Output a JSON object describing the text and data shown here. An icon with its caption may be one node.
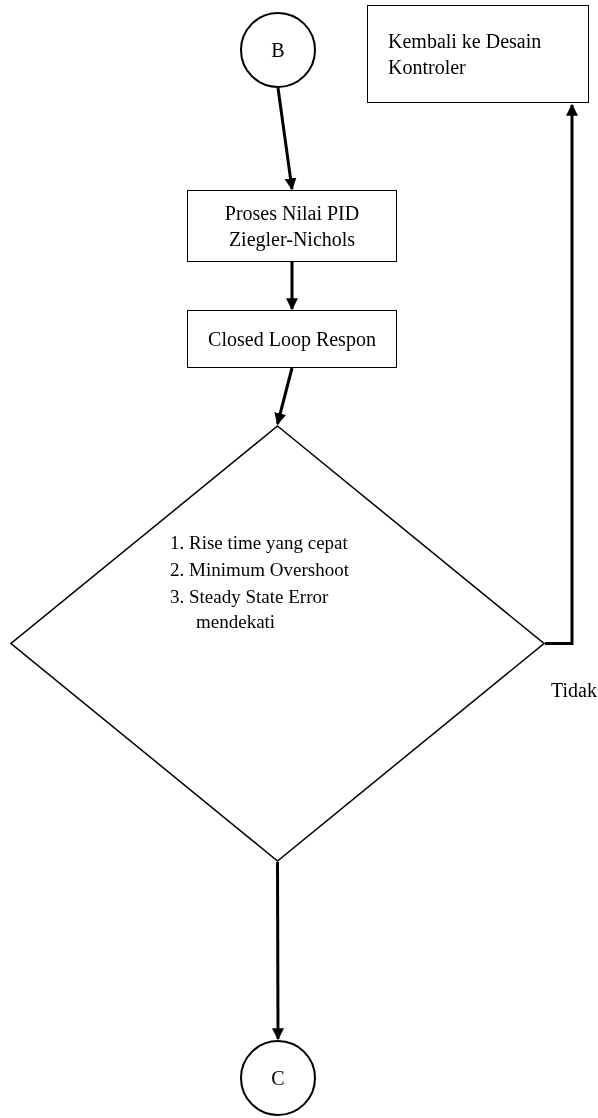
{
  "diagram": {
    "nodes": [
      {
        "text": [
          "B"
        ]
      },
      {
        "text": [
          "Kembali ke Desain Kontroler"
        ]
      },
      {
        "text": [
          "Proses Nilai PID Ziegler-Nichols"
        ]
      },
      {
        "text": [
          "Closed Loop Respon"
        ]
      },
      {
        "text": [
          "1. Rise time yang cepat",
          "2. Minimum Overshoot",
          "3. Steady State Error mendekati"
        ]
      },
      {
        "text": [
          "C"
        ]
      }
    ],
    "edges": [
      {
        "from": 0,
        "to": 2,
        "arrow": "to"
      },
      {
        "from": 2,
        "to": 3,
        "arrow": "to"
      },
      {
        "from": 3,
        "to": 4,
        "arrow": "to"
      },
      {
        "from": 4,
        "to": 1,
        "arrow": "to",
        "label": "Tidak"
      },
      {
        "from": 4,
        "to": 5,
        "arrow": "to"
      }
    ]
  }
}
